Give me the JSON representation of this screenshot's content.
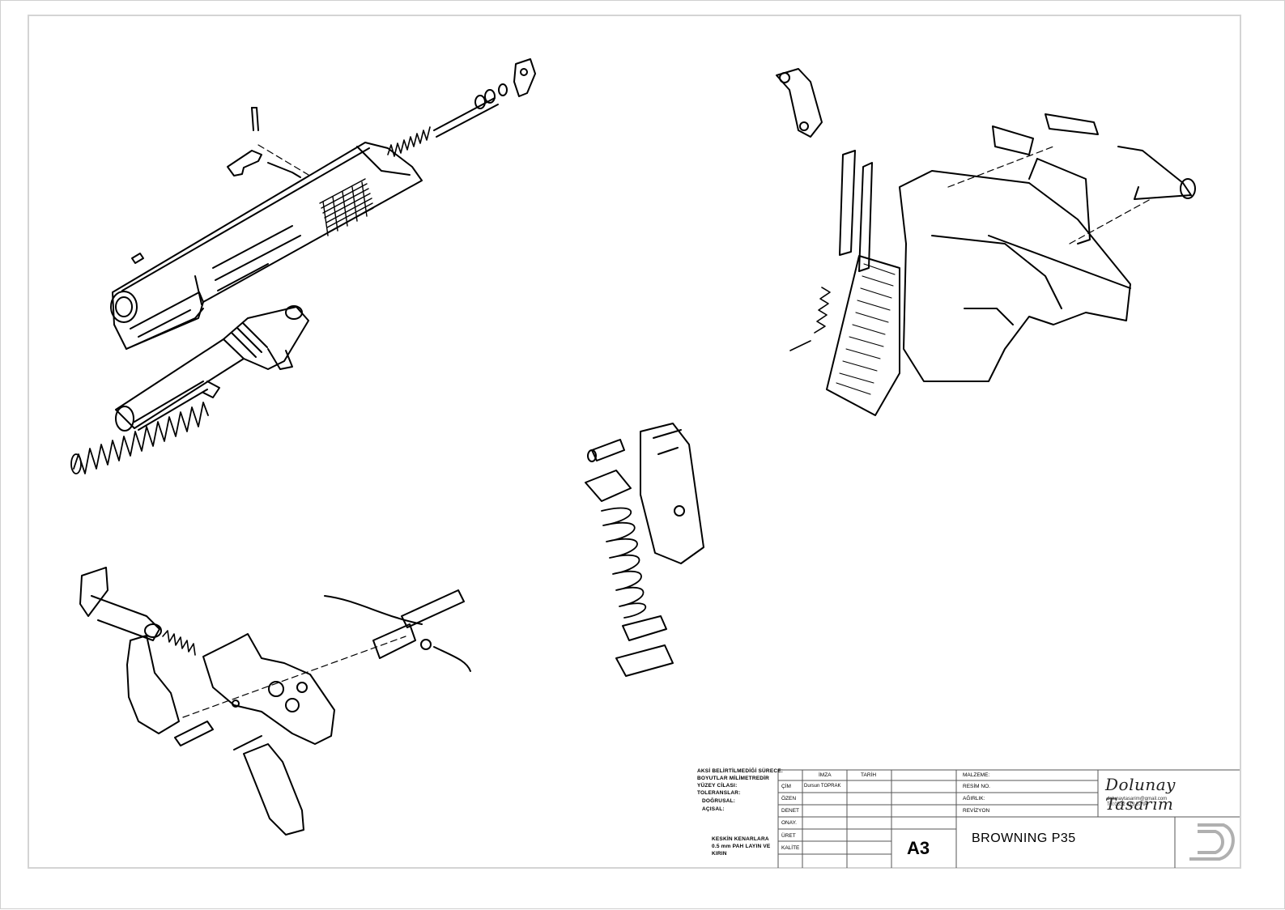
{
  "title_block": {
    "notes": [
      "AKSİ BELİRTİLMEDİĞİ SÜRECE:",
      "BOYUTLAR MİLİMETREDİR",
      "YÜZEY CİLASI:",
      "TOLERANSLAR:",
      "DOĞRUSAL:",
      "AÇISAL:"
    ],
    "edge_note": [
      "KESKİN KENARLARA",
      "0.5 mm PAH LAYIN VE",
      "KIRIN"
    ],
    "col_headers": {
      "imza": "İMZA",
      "tarih": "TARİH"
    },
    "rows": [
      {
        "label": "ÇİM",
        "value": "Dursun TOPRAK"
      },
      {
        "label": "ÖZEN",
        "value": ""
      },
      {
        "label": "DENET",
        "value": ""
      },
      {
        "label": "ONAY.",
        "value": ""
      },
      {
        "label": "ÜRET",
        "value": ""
      },
      {
        "label": "KALİTE",
        "value": ""
      }
    ],
    "fields": {
      "malzeme": "MALZEME:",
      "resim_no": "RESİM NO.",
      "agirlik": "AĞIRLIK:",
      "revizyon": "REVİZYON"
    },
    "sheet_size": "A3",
    "drawing_title": "BROWNING P35",
    "brand_name": "Dolunay Tasarım",
    "brand_email": "dolunaytasarim@gmail.com",
    "brand_phone": "Tel:0532 413 57 94"
  },
  "colors": {
    "ink": "#000000",
    "frame": "#d4d4d4",
    "paper": "#ffffff"
  }
}
